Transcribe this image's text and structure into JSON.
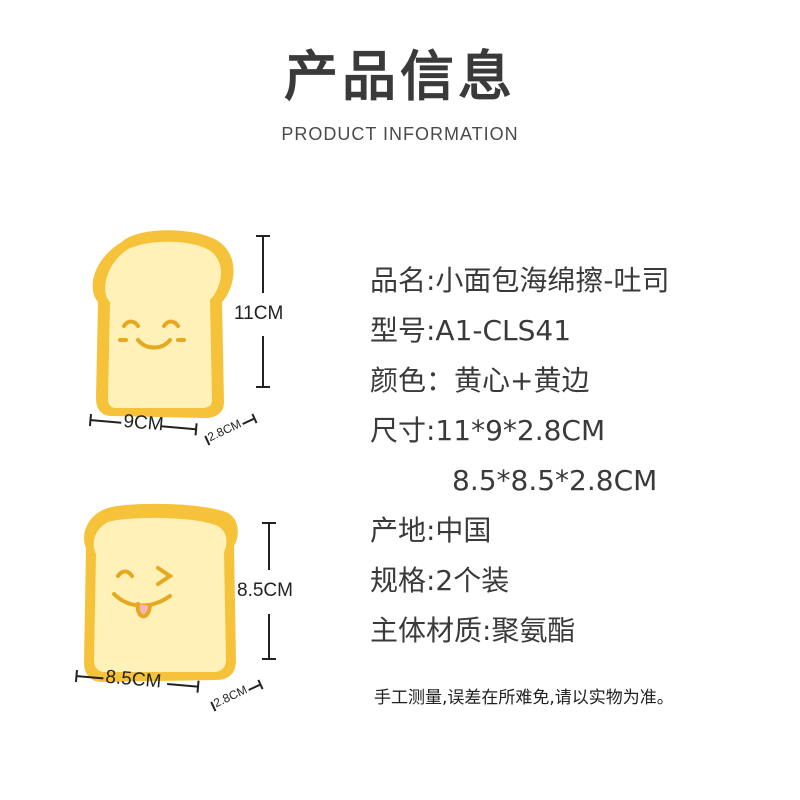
{
  "header": {
    "title": "产品信息",
    "subtitle": "PRODUCT INFORMATION"
  },
  "specs": {
    "name": "品名:小面包海绵擦-吐司",
    "model": "型号:A1-CLS41",
    "color": "颜色：黄心+黄边",
    "size": "尺寸:11*9*2.8CM",
    "size_alt": "8.5*8.5*2.8CM",
    "origin": "产地:中国",
    "spec": "规格:2个装",
    "material": "主体材质:聚氨酯"
  },
  "note": "手工测量,误差在所难免,请以实物为准。",
  "products": [
    {
      "height": "11CM",
      "width": "9CM",
      "thickness": "2.8CM"
    },
    {
      "height": "8.5CM",
      "width": "8.5CM",
      "thickness": "2.8CM"
    }
  ],
  "colors": {
    "crust": "#f6c23a",
    "crumb": "#fff1b8",
    "face": "#e6a81e"
  }
}
